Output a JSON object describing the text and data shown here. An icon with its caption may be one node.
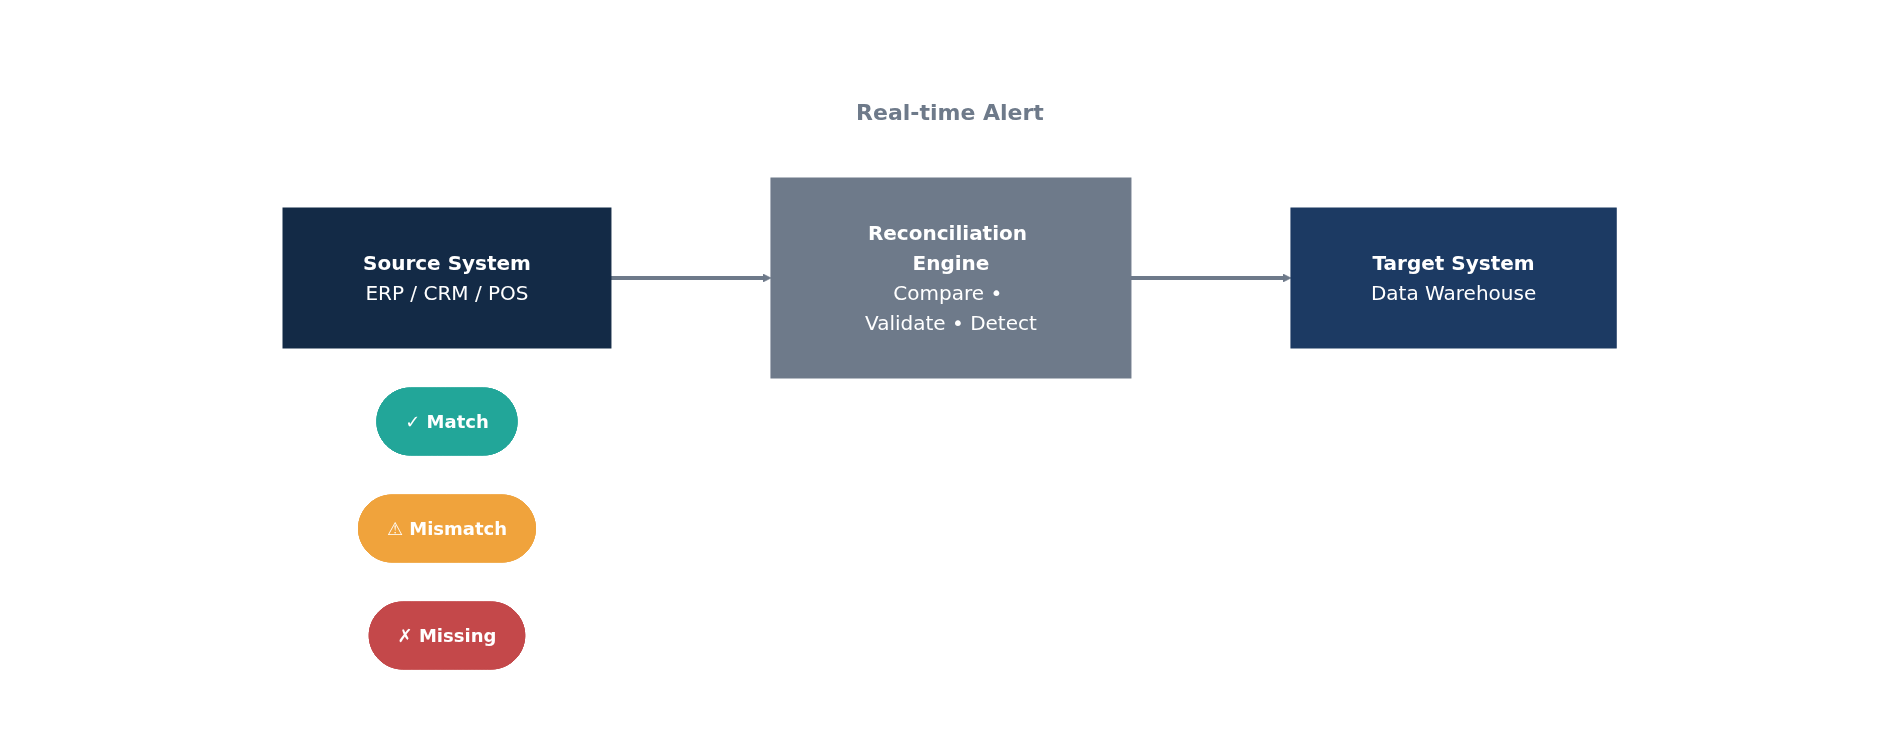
{
  "diagram": {
    "nodes": [
      {
        "text": [
          "Source System",
          "ERP / CRM / POS"
        ]
      },
      {
        "text": [
          "Reconciliation Engine",
          "Compare • Validate • Detect"
        ]
      },
      {
        "text": [
          "Target System",
          "Data Warehouse"
        ]
      },
      {
        "text": [
          "✓ Match"
        ]
      },
      {
        "text": [
          "⚠ Mismatch"
        ]
      },
      {
        "text": [
          "✗ Missing"
        ]
      }
    ],
    "edges": [
      {
        "from": 0,
        "to": 1,
        "arrow": "to"
      },
      {
        "from": 1,
        "to": 2,
        "arrow": "to"
      }
    ],
    "labels": [
      "Real-time Alert"
    ]
  }
}
